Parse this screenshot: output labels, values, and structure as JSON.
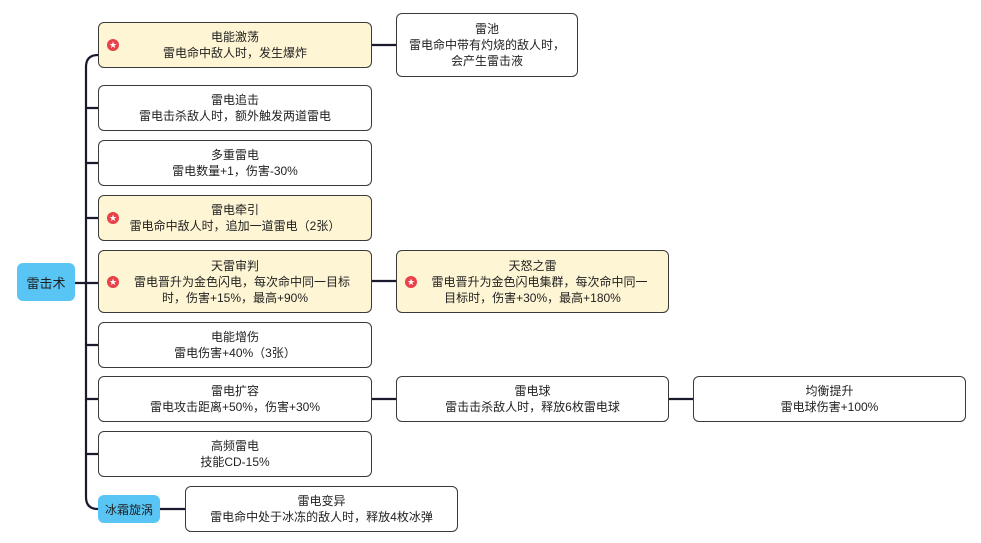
{
  "root": {
    "label": "雷击术"
  },
  "secondary_root": {
    "label": "冰霜旋涡"
  },
  "nodes": {
    "dian_neng_ji_dang": {
      "title": "电能激荡",
      "desc": "雷电命中敌人时，发生爆炸"
    },
    "lei_chi": {
      "title": "雷池",
      "desc_line1": "雷电命中带有灼烧的敌人时，",
      "desc_line2": "会产生雷击液"
    },
    "lei_dian_zhui_ji": {
      "title": "雷电追击",
      "desc": "雷电击杀敌人时，额外触发两道雷电"
    },
    "duo_zhong_lei_dian": {
      "title": "多重雷电",
      "desc": "雷电数量+1，伤害-30%"
    },
    "lei_dian_qian_yin": {
      "title": "雷电牵引",
      "desc": "雷电命中敌人时，追加一道雷电（2张）"
    },
    "tian_lei_shen_pan": {
      "title": "天雷审判",
      "desc_line1": "雷电晋升为金色闪电，每次命中同一目标",
      "desc_line2": "时，伤害+15%，最高+90%"
    },
    "tian_nu_zhi_lei": {
      "title": "天怒之雷",
      "desc_line1": "雷电晋升为金色闪电集群，每次命中同一",
      "desc_line2": "目标时，伤害+30%，最高+180%"
    },
    "dian_neng_zeng_shang": {
      "title": "电能增伤",
      "desc": "雷电伤害+40%（3张）"
    },
    "lei_dian_kuo_rong": {
      "title": "雷电扩容",
      "desc": "雷电攻击距离+50%，伤害+30%"
    },
    "lei_dian_qiu": {
      "title": "雷电球",
      "desc": "雷击击杀敌人时，释放6枚雷电球"
    },
    "jun_heng_ti_sheng": {
      "title": "均衡提升",
      "desc": "雷电球伤害+100%"
    },
    "gao_pin_lei_dian": {
      "title": "高频雷电",
      "desc": "技能CD-15%"
    },
    "lei_dian_bian_yi": {
      "title": "雷电变异",
      "desc": "雷电命中处于冰冻的敌人时，释放4枚冰弹"
    }
  },
  "colors": {
    "highlight_fill": "#fef5d4",
    "root_fill": "#58c5f5",
    "star": "#e8414a",
    "line": "#1a1a2e"
  },
  "icons": {
    "marker": "star-icon"
  }
}
